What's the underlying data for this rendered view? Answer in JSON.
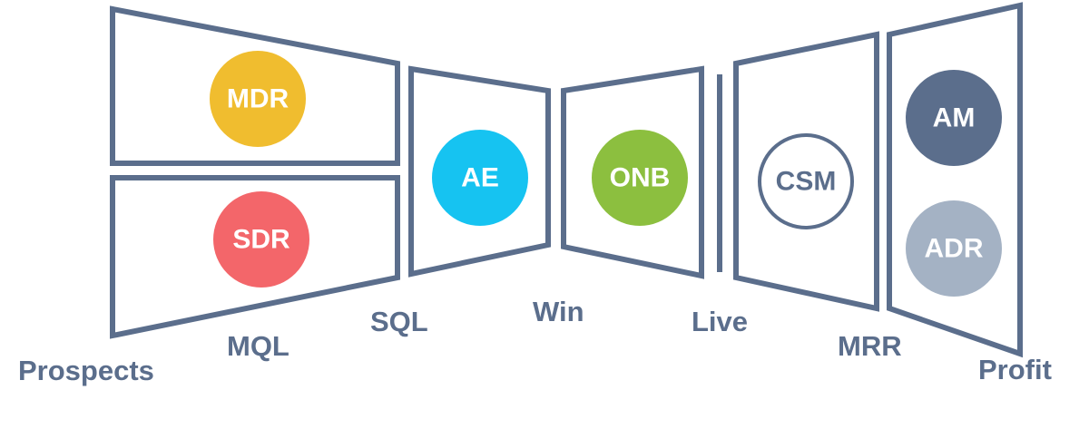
{
  "colors": {
    "outline": "#5b6e8c",
    "label": "#5b6e8c",
    "mdr": "#f0bd2f",
    "sdr": "#f3666a",
    "ae": "#16c3f1",
    "onb": "#8cbf3f",
    "csm_outline": "#5b6e8c",
    "am": "#5b6e8c",
    "adr": "#a4b2c4"
  },
  "roles": {
    "mdr": "MDR",
    "sdr": "SDR",
    "ae": "AE",
    "onb": "ONB",
    "csm": "CSM",
    "am": "AM",
    "adr": "ADR"
  },
  "stages": {
    "prospects": "Prospects",
    "mql": "MQL",
    "sql": "SQL",
    "win": "Win",
    "live": "Live",
    "mrr": "MRR",
    "profit": "Profit"
  }
}
